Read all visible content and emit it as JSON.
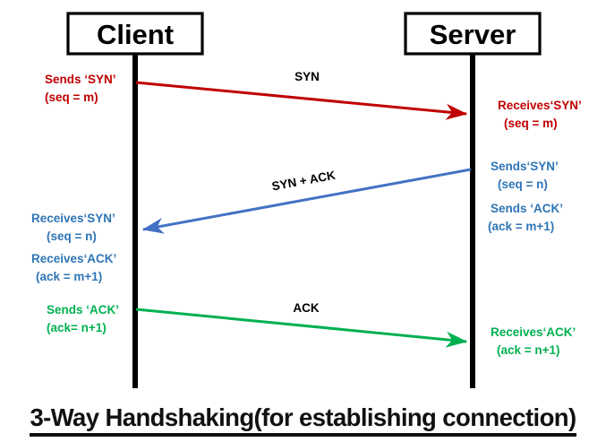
{
  "diagram": {
    "title": "3-Way Handshaking(for establishing connection)",
    "nodes": [
      {
        "id": "client",
        "label": "Client"
      },
      {
        "id": "server",
        "label": "Server"
      }
    ],
    "colors": {
      "red": "#C00000",
      "blue": "#4472C4",
      "blue_text": "#2E75B6",
      "green": "#00B050",
      "black": "#000000",
      "background": "#FFFFFF"
    },
    "messages": [
      {
        "id": "syn",
        "label": "SYN",
        "color": "#C00000",
        "from": "client",
        "to": "server",
        "sender_note": {
          "line1": "Sends ‘SYN’",
          "line2": "(seq = m)"
        },
        "receiver_note": {
          "line1": "Receives‘SYN’",
          "line2": "(seq = m)"
        }
      },
      {
        "id": "syn-ack",
        "label": "SYN + ACK",
        "color": "#4472C4",
        "from": "server",
        "to": "client",
        "sender_note": {
          "line1": "Sends‘SYN’",
          "line2": "(seq = n)"
        },
        "sender_note_2": {
          "line1": "Sends ‘ACK’",
          "line2": "(ack = m+1)"
        },
        "receiver_note": {
          "line1": "Receives‘SYN’",
          "line2": "(seq = n)"
        },
        "receiver_note_2": {
          "line1": "Receives‘ACK’",
          "line2": "(ack = m+1)"
        }
      },
      {
        "id": "ack",
        "label": "ACK",
        "color": "#00B050",
        "from": "client",
        "to": "server",
        "sender_note": {
          "line1": "Sends ‘ACK’",
          "line2": "(ack= n+1)"
        },
        "receiver_note": {
          "line1": "Receives‘ACK’",
          "line2": "(ack = n+1)"
        }
      }
    ]
  }
}
